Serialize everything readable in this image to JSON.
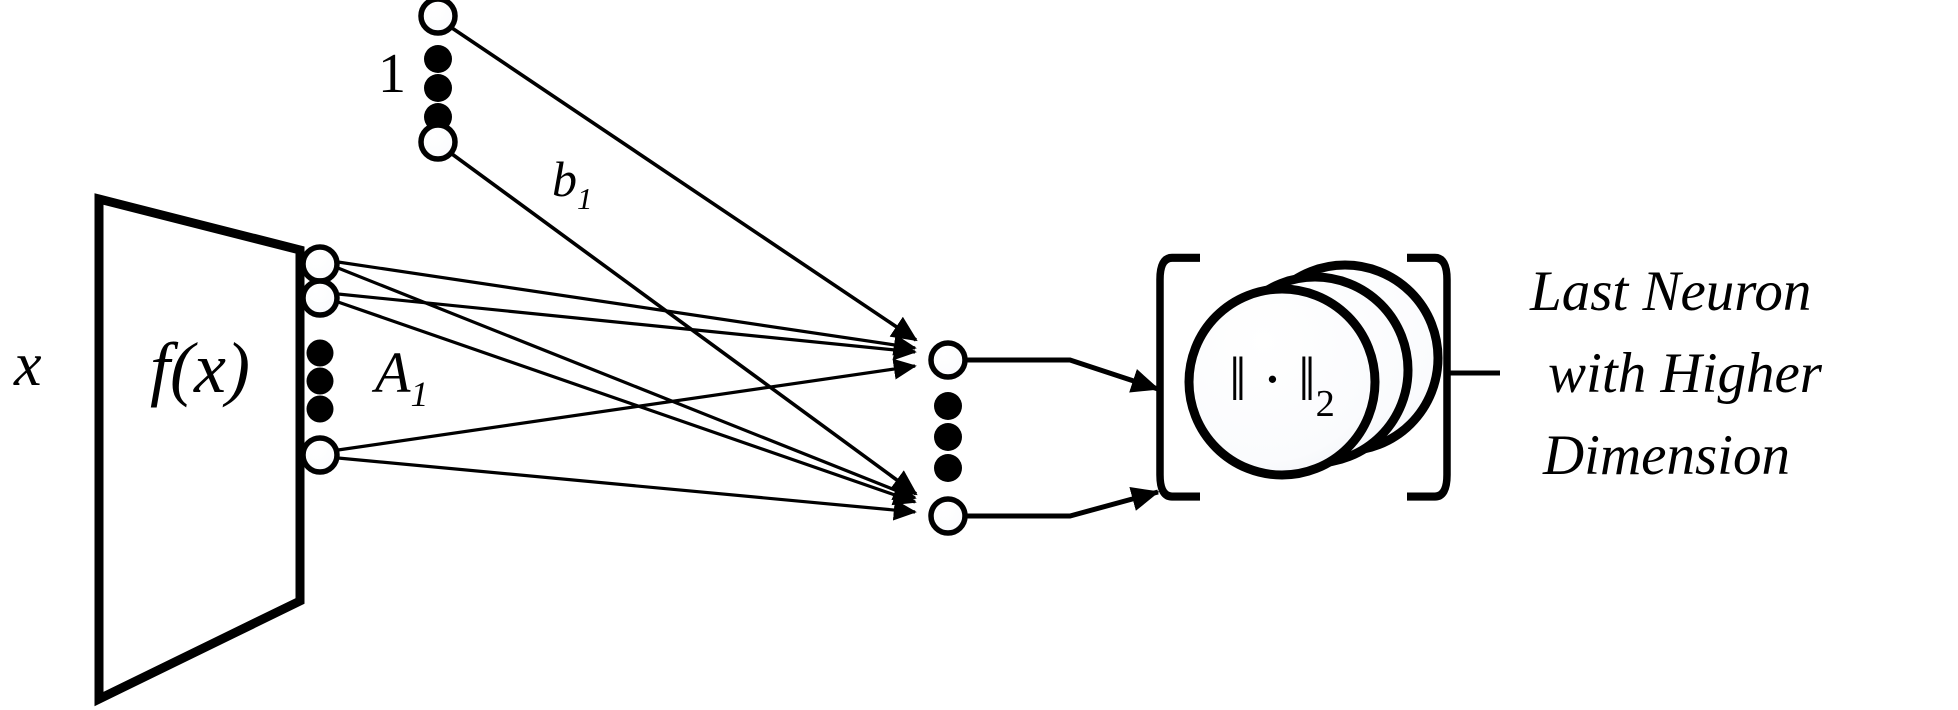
{
  "figure": {
    "title": "Neural network with last neuron of higher dimension",
    "background_color": "#ffffff",
    "stroke_color": "#000000",
    "node_fill": "#ffffff"
  },
  "input_block": {
    "input_label": "x",
    "function_label": "f(x)",
    "shape": "trapezoid"
  },
  "weight_label": {
    "base": "A",
    "subscript": "1",
    "full": "A1"
  },
  "bias_layer": {
    "label": "1",
    "node_count_visible": 2,
    "ellipsis_dots": 3
  },
  "bias_weight_label": {
    "base": "b",
    "subscript": "1",
    "full": "b1"
  },
  "hidden_layer": {
    "node_count_visible": 2,
    "ellipsis_dots": 3
  },
  "output_block": {
    "bracket": "square-bracket",
    "norm_symbol": "‖ · ‖",
    "norm_subscript": "2",
    "disk_count": 3
  },
  "annotation": {
    "line1": "Last Neuron",
    "line2": "with  Higher",
    "line3": "Dimension"
  },
  "icons": {
    "bias_node": "hollow-circle-icon",
    "input_node": "hollow-circle-icon",
    "hidden_node": "hollow-circle-icon",
    "vertical_ellipsis": "vertical-ellipsis-icon",
    "arrow": "arrowhead-icon",
    "disk": "circle-disk-icon",
    "bracket_left": "left-bracket-icon",
    "bracket_right": "right-bracket-icon",
    "leader_dash": "leader-dash-icon"
  }
}
